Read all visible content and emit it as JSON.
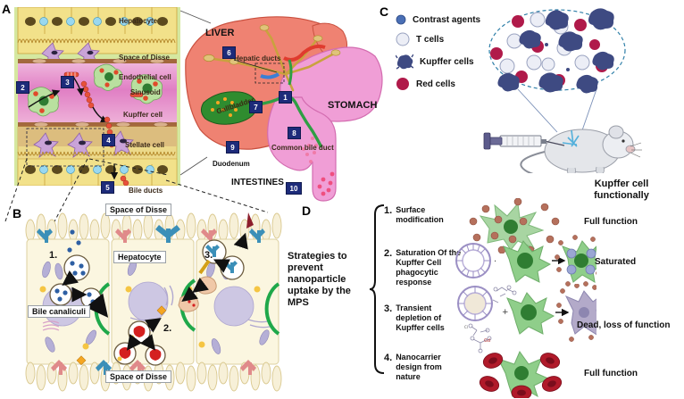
{
  "figure": {
    "title": "Liver mononuclear phagocyte system and strategies to prevent nanoparticle uptake",
    "panels": [
      "A",
      "B",
      "C",
      "D"
    ]
  },
  "panel_a": {
    "letter": "A",
    "labels": [
      {
        "text": "Hepatocyte",
        "name": "label-hepatocyte"
      },
      {
        "text": "Space of Disse",
        "name": "label-space-of-disse"
      },
      {
        "text": "Endothelial cell",
        "name": "label-endothelial-cell"
      },
      {
        "text": "Sinusoid",
        "name": "label-sinusoid"
      },
      {
        "text": "Kupffer cell",
        "name": "label-kupffer-cell"
      },
      {
        "text": "Stellate cell",
        "name": "label-stellate-cell"
      },
      {
        "text": "Bile ducts",
        "name": "label-bile-ducts"
      }
    ],
    "markers": [
      "2",
      "3",
      "4",
      "5"
    ]
  },
  "panel_b": {
    "letter": "B",
    "labels": [
      {
        "text": "Space of Disse",
        "name": "label-space-of-disse-top"
      },
      {
        "text": "Hepatocyte",
        "name": "label-hepatocyte"
      },
      {
        "text": "Bile canaliculi",
        "name": "label-bile-canaliculi"
      },
      {
        "text": "Space of Disse",
        "name": "label-space-of-disse-bottom"
      }
    ],
    "markers": [
      "1.",
      "2.",
      "3."
    ]
  },
  "panel_liver": {
    "organ_labels": [
      {
        "text": "LIVER",
        "name": "label-liver"
      },
      {
        "text": "STOMACH",
        "name": "label-stomach"
      },
      {
        "text": "INTESTINES",
        "name": "label-intestines"
      },
      {
        "text": "Hepatic ducts",
        "name": "label-hepatic-ducts"
      },
      {
        "text": "Gallbladder",
        "name": "label-gallbladder"
      },
      {
        "text": "Common bile duct",
        "name": "label-common-bile-duct"
      },
      {
        "text": "Duodenum",
        "name": "label-duodenum"
      }
    ],
    "markers": [
      "1",
      "6",
      "7",
      "8",
      "9",
      "10"
    ]
  },
  "panel_c": {
    "letter": "C",
    "legend": [
      {
        "label": "Contrast agents",
        "color": "#4a6fb5",
        "name": "legend-contrast-agents"
      },
      {
        "label": "T cells",
        "color": "#e8eaf2",
        "name": "legend-t-cells"
      },
      {
        "label": "Kupffer cells",
        "color": "#3e4a82",
        "name": "legend-kupffer-cells"
      },
      {
        "label": "Red cells",
        "color": "#b01a4a",
        "name": "legend-red-cells"
      }
    ]
  },
  "panel_d": {
    "letter": "D",
    "strategy_title": "Strategies to prevent nanoparticle uptake by the MPS",
    "column_header": "Kupffer cell functionally",
    "rows": [
      {
        "num": "1.",
        "text": "Surface modification",
        "state": "Full function",
        "name": "strategy-surface-modification"
      },
      {
        "num": "2.",
        "text": "Saturation Of the Kupffer Cell phagocytic response",
        "state": "Saturated",
        "name": "strategy-saturation"
      },
      {
        "num": "3.",
        "text": "Transient depletion of Kupffer cells",
        "state": "Dead, loss of function",
        "name": "strategy-transient-depletion"
      },
      {
        "num": "4.",
        "text": "Nanocarrier design from nature",
        "state": "Full function",
        "name": "strategy-nanocarrier-nature"
      }
    ]
  },
  "colors": {
    "hepatocyte_yellow": "#f2e18a",
    "sinusoid_pink": "#e8a5cf",
    "liver_red": "#ef8272",
    "stomach_pink": "#f09ed6",
    "gallbladder_green": "#2f8c2f",
    "marker_blue": "#1d2b7a",
    "kupffer_green": "#a8d5a2",
    "nanoparticle_brown": "#b5705c",
    "red_cell": "#b01a4a",
    "dead_cell_purple": "#b3aac9"
  }
}
